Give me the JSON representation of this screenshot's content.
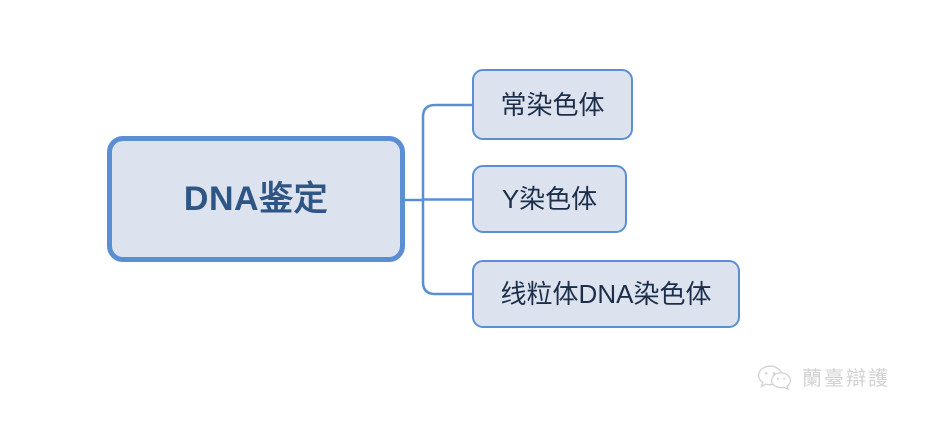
{
  "diagram": {
    "type": "mindmap",
    "root": {
      "label": "DNA鉴定",
      "text_color": "#2e5584",
      "fill_color": "#dce3ef",
      "border_color": "#5b8fd4"
    },
    "children": [
      {
        "label": "常染色体"
      },
      {
        "label": "Y染色体"
      },
      {
        "label": "线粒体DNA染色体"
      }
    ],
    "connector_color": "#5b8fd4"
  },
  "watermark": {
    "label": "蘭臺辯護",
    "icon": "wechat-icon",
    "color": "#d2d2d2"
  }
}
